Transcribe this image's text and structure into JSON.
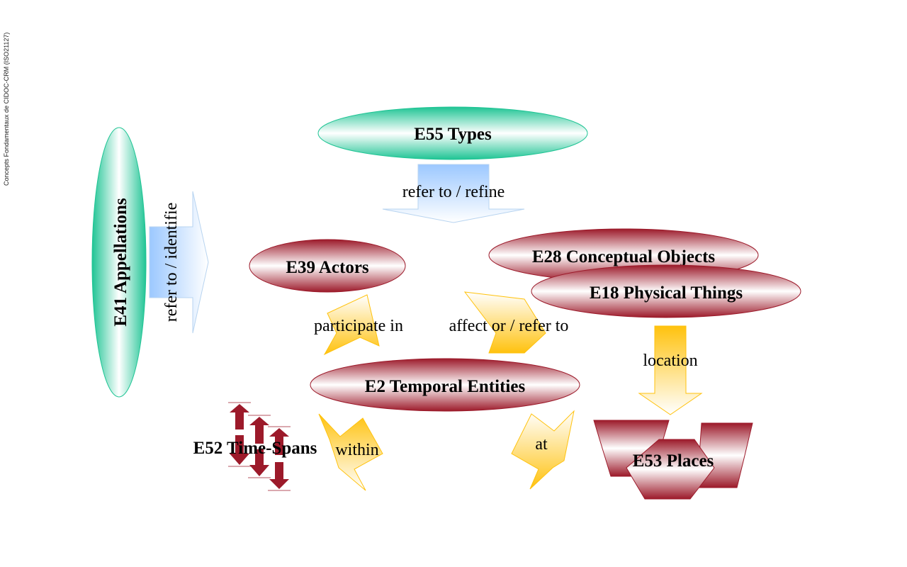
{
  "side_caption": "Concepts Fondamentaux de CIDOC-CRM (ISO21127)",
  "nodes": {
    "types": "E55 Types",
    "appellations": "E41 Appellations",
    "actors": "E39 Actors",
    "conceptual_objects": "E28 Conceptual Objects",
    "physical_things": "E18 Physical Things",
    "temporal_entities": "E2 Temporal Entities",
    "time_spans": "E52 Time-Spans",
    "places": "E53 Places"
  },
  "relations": {
    "refer_refine": "refer to / refine",
    "refer_identify": "refer to / identifie",
    "participate": "participate in",
    "affect": "affect or / refer to",
    "location": "location",
    "within": "within",
    "at": "at"
  },
  "colors": {
    "green": "#1fc494",
    "red": "#9c1a2a",
    "blue": "#9cc8ff",
    "yellow": "#ffc20e"
  }
}
